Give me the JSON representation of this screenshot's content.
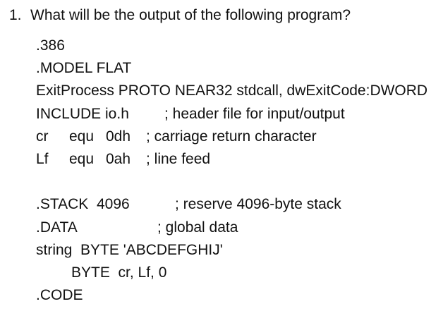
{
  "page": {
    "background": "#ffffff",
    "text_color": "#111111"
  },
  "question": {
    "number": "1.",
    "text": "What will be the output of the following program?"
  },
  "code_lines": [
    {
      "segments": [
        {
          "text": ".386"
        }
      ]
    },
    {
      "segments": [
        {
          "text": ".MODEL FLAT"
        }
      ]
    },
    {
      "segments": [
        {
          "text": "ExitProcess PROTO NEAR32 stdcall, dwExitCode:DWORD"
        }
      ]
    },
    {
      "segments": [
        {
          "text": "INCLUDE io.h"
        },
        {
          "text": "; header file for input/output"
        }
      ]
    },
    {
      "segments": [
        {
          "text": "cr"
        },
        {
          "text": "equ"
        },
        {
          "text": "0dh"
        },
        {
          "text": "; carriage return character"
        }
      ]
    },
    {
      "segments": [
        {
          "text": "Lf"
        },
        {
          "text": "equ"
        },
        {
          "text": "0ah"
        },
        {
          "text": "; line feed"
        }
      ]
    },
    {
      "segments": []
    },
    {
      "segments": [
        {
          "text": ".STACK  4096"
        },
        {
          "text": "; reserve 4096-byte stack"
        }
      ]
    },
    {
      "segments": [
        {
          "text": ".DATA"
        },
        {
          "text": "; global data"
        }
      ]
    },
    {
      "segments": [
        {
          "text": "string  BYTE 'ABCDEFGHIJ'"
        }
      ]
    },
    {
      "segments": [
        {
          "text": "BYTE  cr, Lf, 0"
        }
      ]
    },
    {
      "segments": [
        {
          "text": ".CODE"
        }
      ]
    }
  ]
}
